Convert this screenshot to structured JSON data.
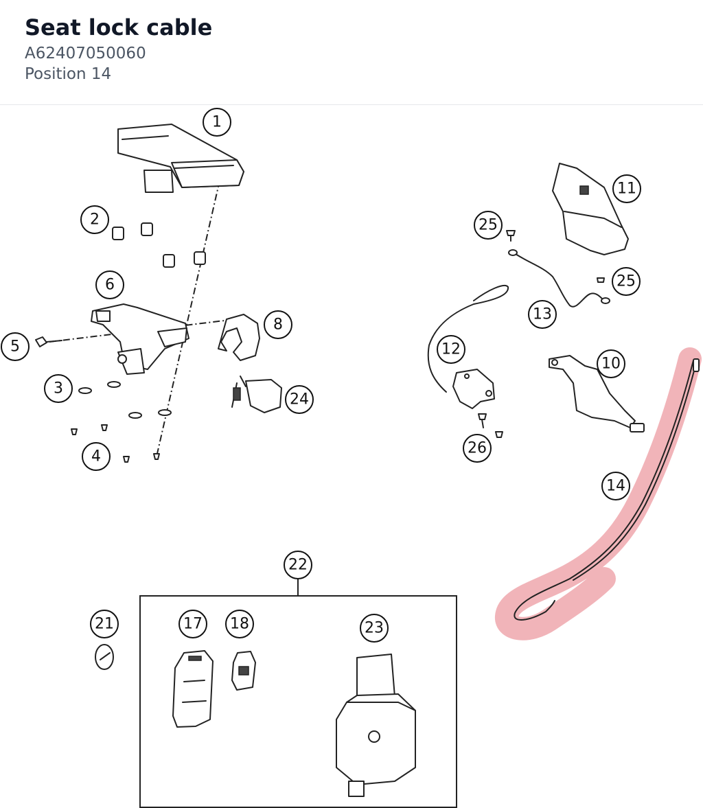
{
  "header": {
    "title": "Seat lock cable",
    "part_number": "A62407050060",
    "position": "Position 14"
  },
  "diagram": {
    "highlight_color": "#e8828a",
    "callouts": [
      "1",
      "2",
      "3",
      "4",
      "5",
      "6",
      "8",
      "10",
      "11",
      "12",
      "13",
      "14",
      "17",
      "18",
      "21",
      "22",
      "23",
      "24",
      "25",
      "25",
      "26"
    ],
    "selected": "14"
  }
}
